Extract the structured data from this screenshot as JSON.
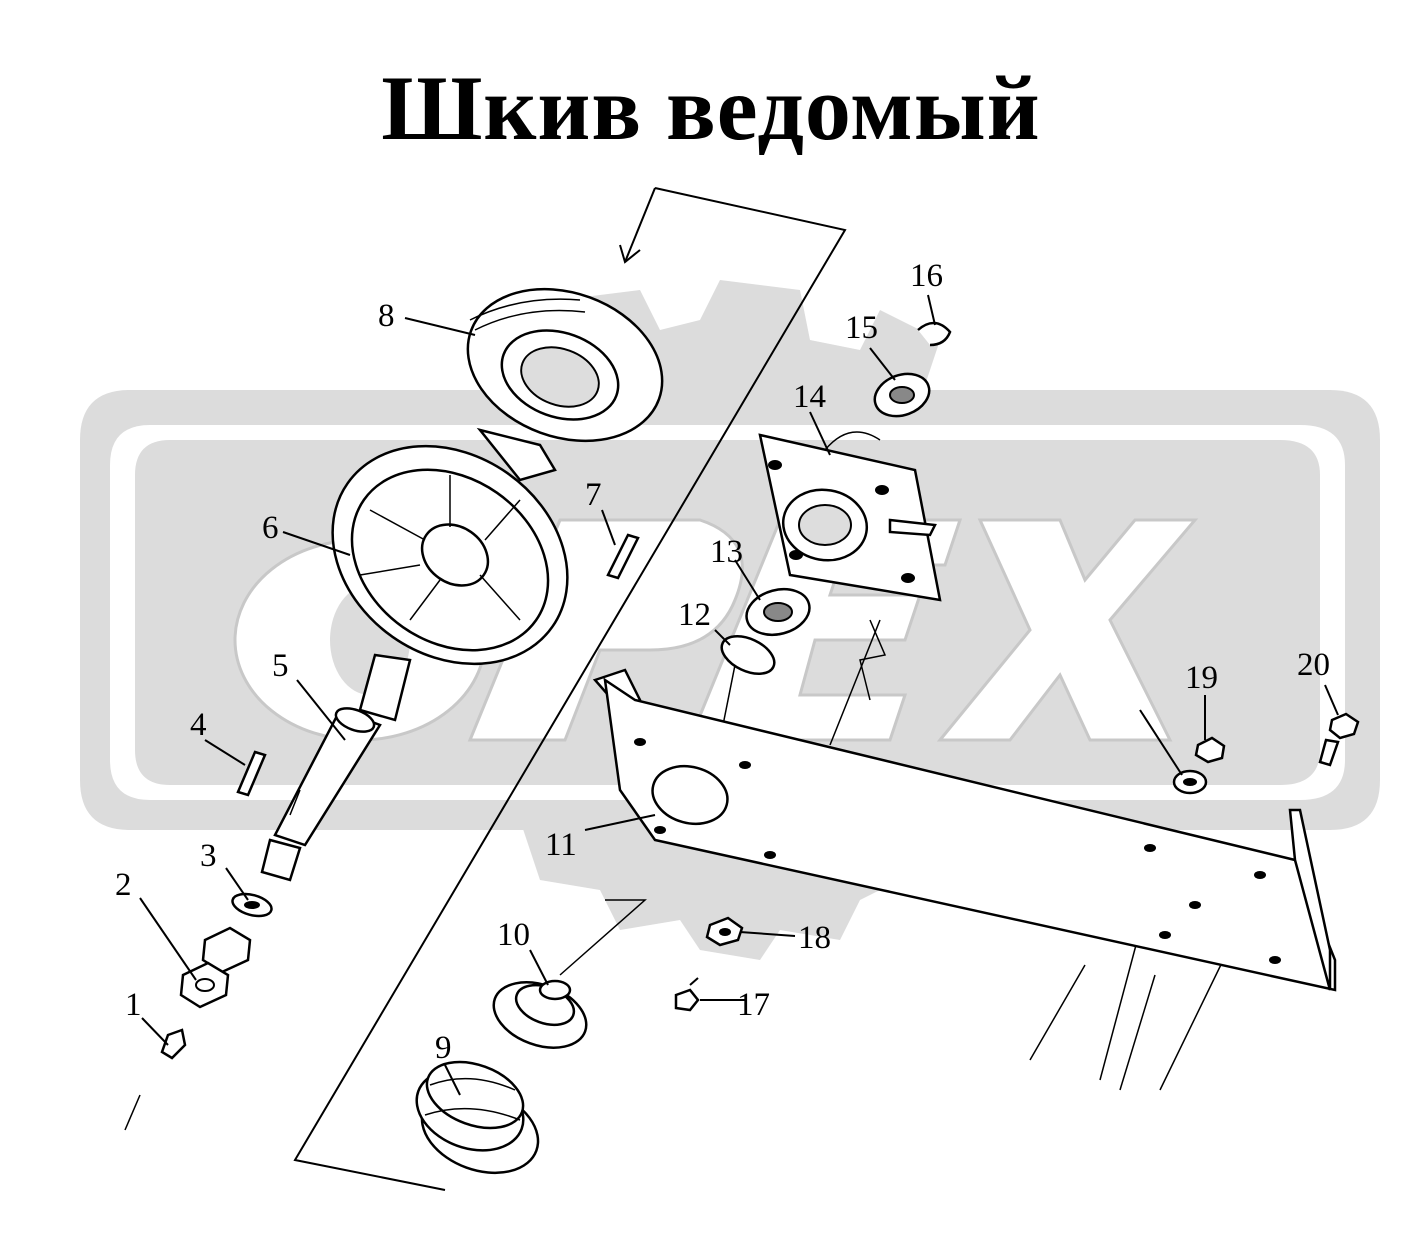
{
  "title": "Шкив ведомый",
  "watermark": {
    "text": "ОРЕХ",
    "color": "#dcdcdc"
  },
  "callouts": [
    {
      "id": "1",
      "text": "1"
    },
    {
      "id": "2",
      "text": "2"
    },
    {
      "id": "3",
      "text": "3"
    },
    {
      "id": "4",
      "text": "4"
    },
    {
      "id": "5",
      "text": "5"
    },
    {
      "id": "6",
      "text": "6"
    },
    {
      "id": "7",
      "text": "7"
    },
    {
      "id": "8",
      "text": "8"
    },
    {
      "id": "9",
      "text": "9"
    },
    {
      "id": "10",
      "text": "10"
    },
    {
      "id": "11",
      "text": "11"
    },
    {
      "id": "12",
      "text": "12"
    },
    {
      "id": "13",
      "text": "13"
    },
    {
      "id": "14",
      "text": "14"
    },
    {
      "id": "15",
      "text": "15"
    },
    {
      "id": "16",
      "text": "16"
    },
    {
      "id": "17",
      "text": "17"
    },
    {
      "id": "18",
      "text": "18"
    },
    {
      "id": "19",
      "text": "19"
    },
    {
      "id": "20",
      "text": "20"
    }
  ]
}
